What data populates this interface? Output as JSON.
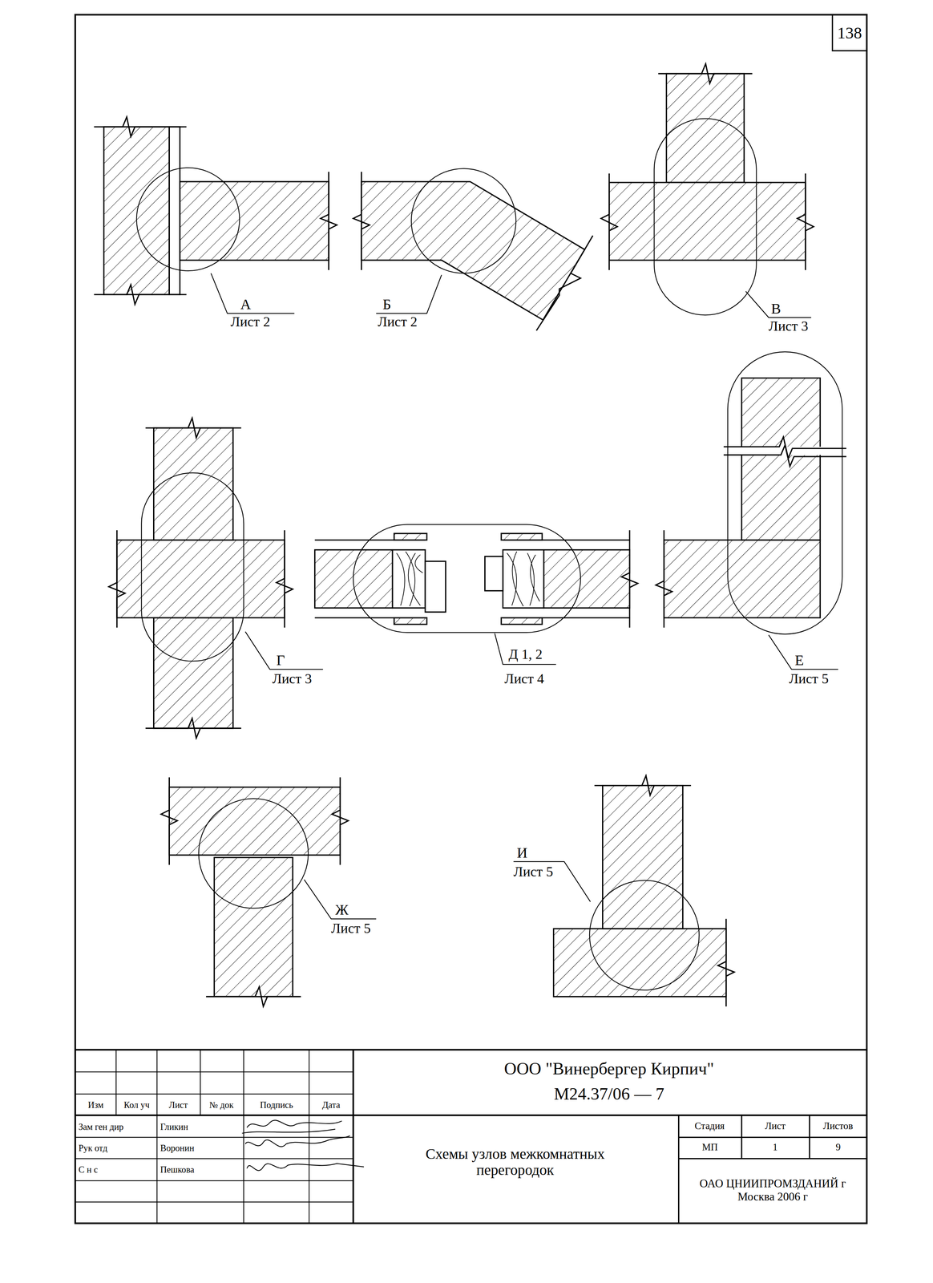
{
  "diagram": {
    "labels": [
      "138",
      "А",
      "Лист 2",
      "Б",
      "Лист 2",
      "В",
      "Лист 3",
      "Г",
      "Лист 3",
      "Д 1, 2",
      "Лист 4",
      "Е",
      "Лист 5",
      "Ж",
      "Лист 5",
      "И",
      "Лист 5",
      "ООО \"Винербергер Кирпич\"",
      "М24.37/06 — 7",
      "Изм",
      "Кол уч",
      "Лист",
      "№ док",
      "Подпись",
      "Дата",
      "Зам ген дир",
      "Гликин",
      "Рук отд",
      "Воронин",
      "С н с",
      "Пешкова",
      "Схемы узлов межкомнатных перегородок",
      "Стадия",
      "Лист",
      "Листов",
      "МП",
      "1",
      "9",
      "ОАО ЦНИИПРОМЗДАНИЙ г Москва 2006 г"
    ]
  }
}
